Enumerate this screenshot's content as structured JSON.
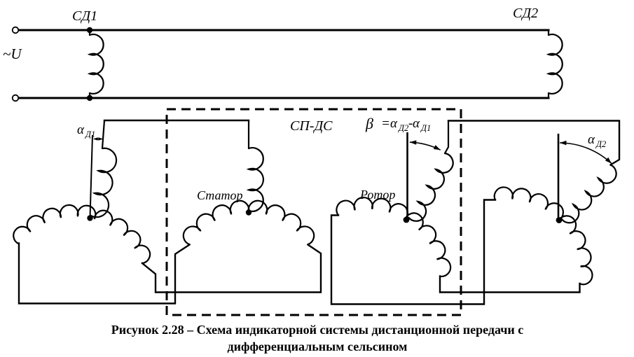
{
  "figure": {
    "bus": {
      "voltage_label": "~U"
    },
    "selsyn_sensor": {
      "name": "СД1",
      "angle": {
        "main": "α",
        "sub": "Д1"
      }
    },
    "selsyn_receiver": {
      "name": "СД2",
      "angle": {
        "main": "α",
        "sub": "Д2"
      }
    },
    "differential": {
      "name": "СП-ДС",
      "stator_label": "Статор",
      "rotor_label": "Ротор",
      "beta_formula": {
        "beta": "β",
        "equals": "=",
        "alpha_a": "α",
        "sub_a": "Д2",
        "minus": "-",
        "alpha_b": "α",
        "sub_b": "Д1"
      }
    },
    "caption": {
      "line1": "Рисунок 2.28 – Схема индикаторной системы дистанционной передачи с",
      "line2": "дифференциальным сельсином"
    },
    "colors": {
      "ink": "#000000",
      "background": "#ffffff"
    }
  }
}
